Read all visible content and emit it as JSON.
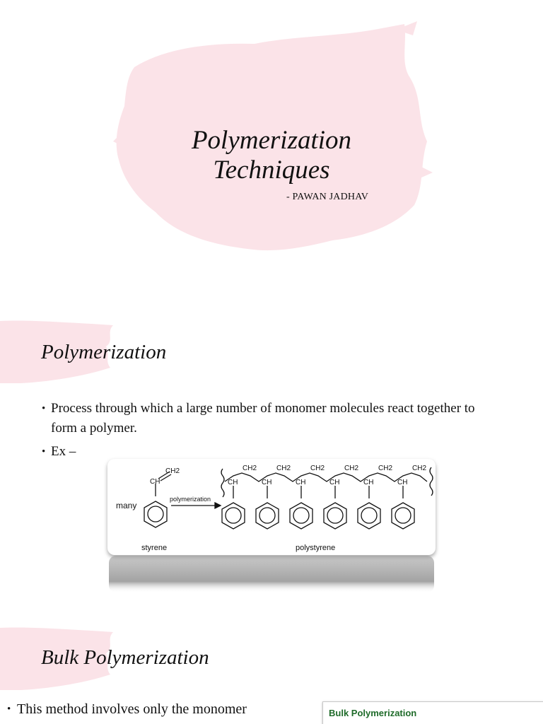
{
  "slide1": {
    "title_line1": "Polymerization",
    "title_line2": "Techniques",
    "author": "- PAWAN JADHAV",
    "brush_color": "#fbe3e8"
  },
  "slide2": {
    "heading": "Polymerization",
    "bullets": [
      "Process through which a large number of monomer molecules react together to form a polymer.",
      "Ex –"
    ],
    "figure": {
      "many_label": "many",
      "monomer_label": "styrene",
      "arrow_label": "polymerization",
      "polymer_label": "polystyrene",
      "ch_label": "CH",
      "ch2_label": "CH2"
    }
  },
  "slide3": {
    "heading": "Bulk Polymerization",
    "bullet": "This method involves only the monomer",
    "inset_title": "Bulk Polymerization"
  }
}
